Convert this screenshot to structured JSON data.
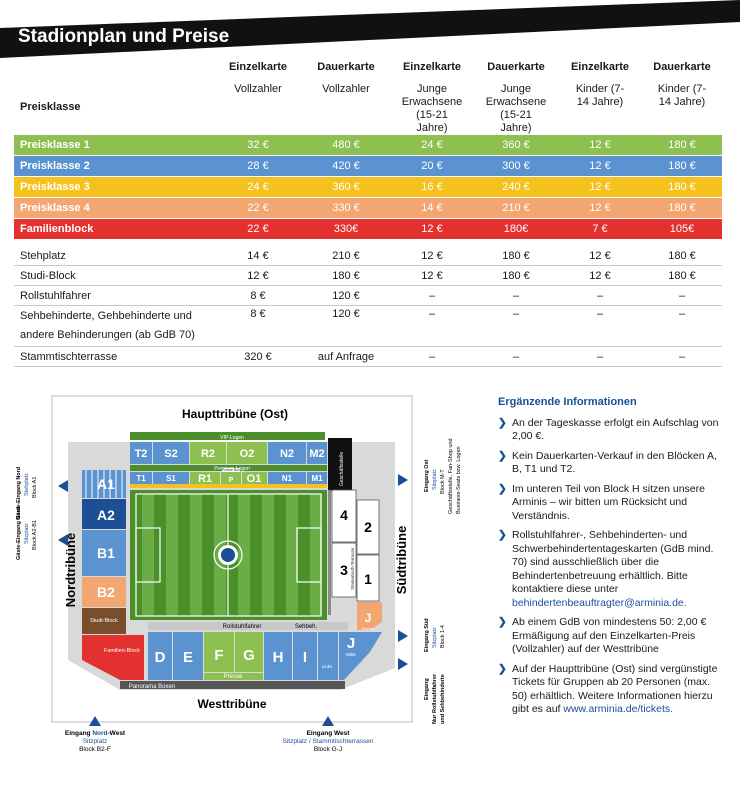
{
  "title": "Stadionplan und Preise",
  "headers": [
    {
      "top": "",
      "bottom": "Preisklasse"
    },
    {
      "top": "Einzelkarte",
      "bottom": "Vollzahler"
    },
    {
      "top": "Dauerkarte",
      "bottom": "Vollzahler"
    },
    {
      "top": "Einzelkarte",
      "bottom": "Junge Erwachsene (15-21 Jahre)"
    },
    {
      "top": "Dauerkarte",
      "bottom": "Junge Erwachsene (15-21 Jahre)"
    },
    {
      "top": "Einzelkarte",
      "bottom": "Kinder (7-14 Jahre)"
    },
    {
      "top": "Dauerkarte",
      "bottom": "Kinder (7-14 Jahre)"
    }
  ],
  "colored_rows": [
    {
      "label": "Preisklasse 1",
      "color": "#8dc051",
      "values": [
        "32 €",
        "480 €",
        "24 €",
        "360 €",
        "12 €",
        "180 €"
      ]
    },
    {
      "label": "Preisklasse 2",
      "color": "#5a93cf",
      "values": [
        "28 €",
        "420 €",
        "20 €",
        "300 €",
        "12 €",
        "180 €"
      ]
    },
    {
      "label": "Preisklasse 3",
      "color": "#f5c11c",
      "values": [
        "24 €",
        "360 €",
        "16 €",
        "240 €",
        "12 €",
        "180 €"
      ]
    },
    {
      "label": "Preisklasse 4",
      "color": "#f2a672",
      "values": [
        "22 €",
        "330 €",
        "14 €",
        "210 €",
        "12 €",
        "180 €"
      ]
    },
    {
      "label": "Familienblock",
      "color": "#e3312f",
      "values": [
        "22 €",
        "330€",
        "12 €",
        "180€",
        "7 €",
        "105€"
      ]
    }
  ],
  "plain_rows": [
    {
      "label": "Stehplatz",
      "values": [
        "14 €",
        "210 €",
        "12 €",
        "180 €",
        "12 €",
        "180 €"
      ]
    },
    {
      "label": "Studi-Block",
      "values": [
        "12 €",
        "180 €",
        "12 €",
        "180 €",
        "12 €",
        "180 €"
      ]
    },
    {
      "label": "Rollstuhlfahrer",
      "values": [
        "8 €",
        "120 €",
        "–",
        "–",
        "–",
        "–"
      ]
    },
    {
      "label": "Sehbehinderte, Gehbehinderte und andere Behinderungen (ab GdB 70)",
      "values": [
        "8 €",
        "120 €",
        "–",
        "–",
        "–",
        "–"
      ]
    },
    {
      "label": "Stammtischterrasse",
      "values": [
        "320 €",
        "auf Anfrage",
        "–",
        "–",
        "–",
        "–"
      ]
    }
  ],
  "map": {
    "haupttribune": "Haupttribüne (Ost)",
    "westtribune": "Westtribüne",
    "nordtribune": "Nordtribüne",
    "suedtribune": "Südtribüne",
    "vip_logen": "VIP-Logen",
    "premium_logen": "Premium-Logen",
    "geschaeftsstelle": "Geschäftsstelle",
    "blocks_upper_east": [
      "T2",
      "S2",
      "R2",
      "O2",
      "N2",
      "M2"
    ],
    "blocks_lower_east": [
      "T1",
      "S1",
      "R1",
      "P",
      "O1",
      "N1",
      "M1"
    ],
    "presse_box": "Presse Box",
    "north_blocks": [
      "A1",
      "A2",
      "B1",
      "B2"
    ],
    "studi_block": "Studi-Block",
    "familien_block": "Familien-Block",
    "south_blocks": [
      "4",
      "2",
      "3",
      "1"
    ],
    "stammtischterrasse": "Stammtisch-Terrasse",
    "block_j_rechts": "J",
    "rechts": "Rechts",
    "rollstuhlfahrer": "Rollstuhlfahrer",
    "sehbeh": "Sehbeh.",
    "west_blocks": [
      "D",
      "E",
      "F",
      "G",
      "H",
      "I",
      "J"
    ],
    "presse": "Presse",
    "links": "Links",
    "mitte": "Mitte",
    "panorama_boxen": "Panorama Boxen",
    "gaeste_eingang_nord": "Gäste-Eingang Nord",
    "stehplatz": "Stehplatz",
    "block_a1": "Block A1",
    "gaeste_label": "Gäste-Eingang Nord",
    "sitzplatz": "Sitzplatz",
    "block_a2_b1": "Block A2-B1",
    "eingang_ost": "Eingang Ost",
    "block_m_t": "Block M-T",
    "geschaeftsstelle_fanshop": "Geschäftsstelle, Fan-Shop und",
    "business_seats": "Business-Seats bzw. Logen",
    "eingang_sued": "Eingang Süd",
    "block_1_4": "Block 1-4",
    "eingang_text": "Eingang",
    "nur_rollstuhl": "Nur Rollstuhlfahrer",
    "und_sehbeh": "und Sehbehinderte",
    "eingang_nord_west_a": "Eingang ",
    "eingang_nord_west_b": "Nord",
    "eingang_nord_west_c": "-West",
    "block_b2_f": "Block B2-F",
    "eingang_west": "Eingang West",
    "sitzplatz_stammtisch": "Sitzplatz / Stammtischterrassen",
    "block_g_j": "Block G-J"
  },
  "info": {
    "title": "Ergänzende Informationen",
    "items": [
      {
        "text": "An der Tageskasse erfolgt ein Aufschlag von 2,00 €.",
        "link": ""
      },
      {
        "text": "Kein Dauerkarten-Verkauf in den Blöcken A, B, T1 und T2.",
        "link": ""
      },
      {
        "text": "Im unteren Teil von Block H sitzen unsere Arminis – wir bitten um Rücksicht und Verständnis.",
        "link": ""
      },
      {
        "text": "Rollstuhlfahrer-, Sehbehinderten- und Schwerbehindertentageskarten (GdB mind. 70) sind ausschließlich über die Behindertenbetreuung erhältlich. Bitte kontaktiere diese unter",
        "link": "behindertenbeauftragter@arminia.de."
      },
      {
        "text": "Ab einem GdB von mindestens 50: 2,00 € Ermäßigung auf den Einzelkarten-Preis (Vollzahler) auf der Westtribüne",
        "link": ""
      },
      {
        "text": "Auf der Haupttribüne (Ost) sind vergünstigte Tickets für Gruppen ab 20 Personen (max. 50) erhältlich. Weitere Informationen hierzu gibt es auf",
        "link": "www.arminia.de/tickets."
      }
    ]
  }
}
